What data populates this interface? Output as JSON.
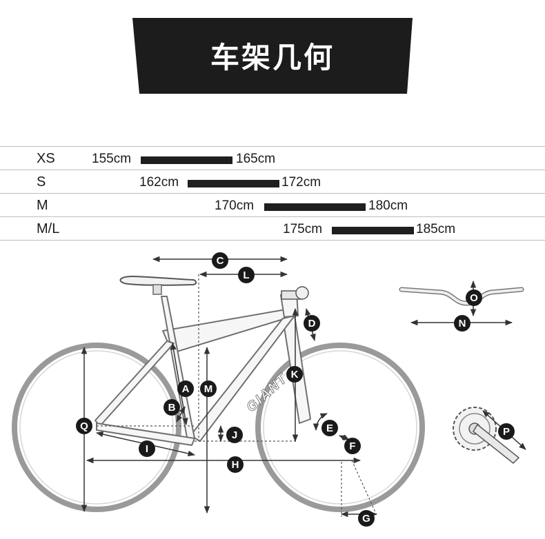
{
  "header": {
    "title": "车架几何"
  },
  "size_chart": [
    {
      "size": "XS",
      "min": "155cm",
      "max": "165cm"
    },
    {
      "size": "S",
      "min": "162cm",
      "max": "172cm"
    },
    {
      "size": "M",
      "min": "170cm",
      "max": "180cm"
    },
    {
      "size": "M/L",
      "min": "175cm",
      "max": "185cm"
    }
  ],
  "bike": {
    "frame_logo": "GIANT",
    "labels": [
      "A",
      "B",
      "C",
      "D",
      "E",
      "F",
      "G",
      "H",
      "I",
      "J",
      "K",
      "L",
      "M",
      "N",
      "O",
      "P",
      "Q"
    ]
  },
  "colors": {
    "banner": "#1c1c1c",
    "bar": "#1f1f1f",
    "frame": "#f5f5f5",
    "outline": "#6f6f6f"
  }
}
